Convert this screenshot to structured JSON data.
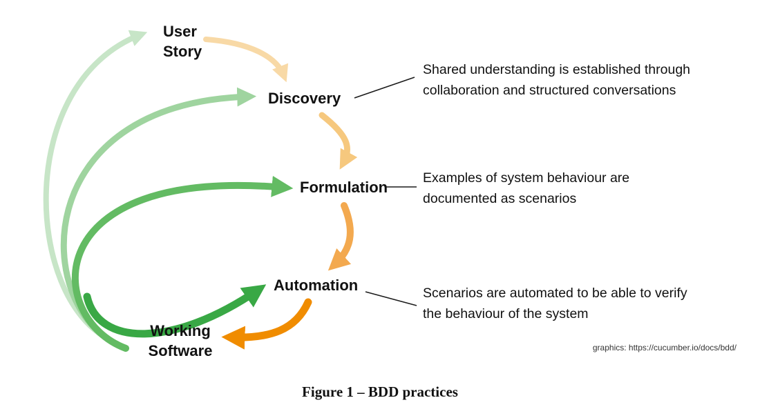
{
  "figure": {
    "caption": "Figure 1 – BDD practices",
    "credit": "graphics: https://cucumber.io/docs/bdd/"
  },
  "nodes": {
    "user_story": {
      "label": "User\nStory"
    },
    "discovery": {
      "label": "Discovery",
      "description": "Shared understanding is established through\ncollaboration and structured conversations"
    },
    "formulation": {
      "label": "Formulation",
      "description": "Examples of system behaviour are\ndocumented as scenarios"
    },
    "automation": {
      "label": "Automation",
      "description": "Scenarios are automated to be able to verify\nthe behaviour of the system"
    },
    "working_software": {
      "label": "Working\nSoftware"
    }
  },
  "edges": [
    {
      "from": "User Story",
      "to": "Discovery",
      "group": "orange"
    },
    {
      "from": "Discovery",
      "to": "Formulation",
      "group": "orange"
    },
    {
      "from": "Formulation",
      "to": "Automation",
      "group": "orange"
    },
    {
      "from": "Automation",
      "to": "Working Software",
      "group": "orange"
    },
    {
      "from": "Working Software",
      "to": "User Story",
      "group": "green"
    },
    {
      "from": "Working Software",
      "to": "Discovery",
      "group": "green"
    },
    {
      "from": "Working Software",
      "to": "Formulation",
      "group": "green"
    },
    {
      "from": "Working Software",
      "to": "Automation",
      "group": "green"
    }
  ],
  "colors": {
    "green_pale": "#c7e5c7",
    "green_light": "#9fd49f",
    "green_medium": "#63bb63",
    "green_strong": "#39a845",
    "orange_pale": "#f8d9a6",
    "orange_light": "#f6c87e",
    "orange_medium": "#f3a94f",
    "orange_strong": "#f08c00",
    "callout_line": "#1a1a1a"
  }
}
